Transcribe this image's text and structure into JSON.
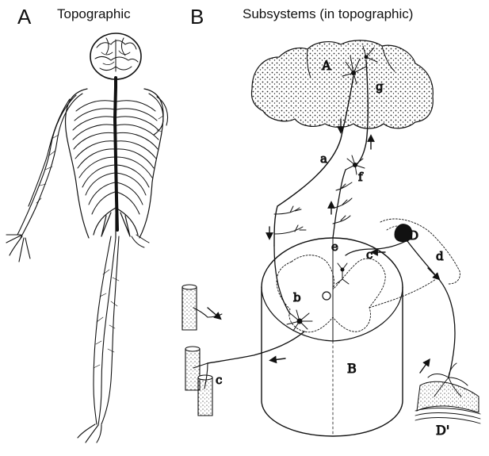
{
  "panel_a": {
    "letter": "A",
    "title": "Topographic"
  },
  "panel_b": {
    "letter": "B",
    "title": "Subsystems (in topographic)",
    "labels": {
      "A": "A",
      "g": "g",
      "a": "a",
      "f": "f",
      "e": "e",
      "c": "c",
      "D": "D",
      "d": "d",
      "b": "b",
      "B": "B",
      "c2": "c",
      "D_prime": "D'"
    }
  },
  "colors": {
    "ink": "#111111",
    "stipple": "#222222",
    "background": "#ffffff"
  }
}
